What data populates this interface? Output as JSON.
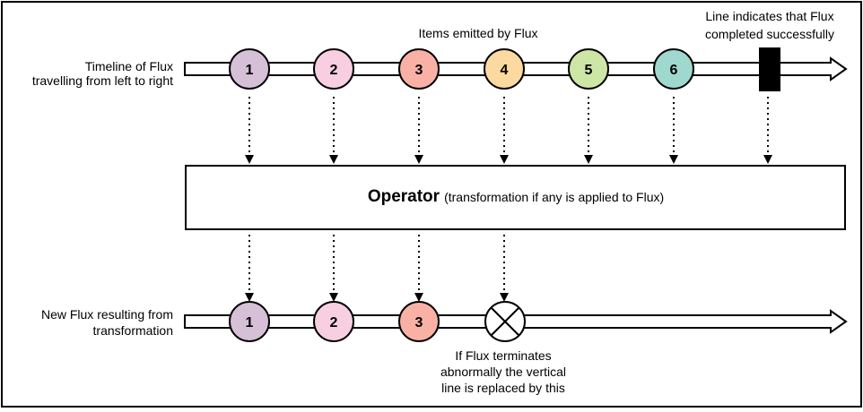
{
  "top_timeline": {
    "label_lines": [
      "Timeline of Flux",
      "travelling from left to right"
    ],
    "items_label": "Items emitted by Flux",
    "completion_label_lines": [
      "Line indicates that Flux",
      "completed successfully"
    ],
    "items": [
      {
        "label": "1",
        "color": "#d5c0d7"
      },
      {
        "label": "2",
        "color": "#f8cfe0"
      },
      {
        "label": "3",
        "color": "#f9b1a6"
      },
      {
        "label": "4",
        "color": "#fcd9a0"
      },
      {
        "label": "5",
        "color": "#cde6a6"
      },
      {
        "label": "6",
        "color": "#9fd8cf"
      }
    ]
  },
  "operator": {
    "title": "Operator",
    "subtitle": "(transformation if any is applied to Flux)"
  },
  "bottom_timeline": {
    "label_lines": [
      "New Flux resulting from",
      "transformation"
    ],
    "items": [
      {
        "label": "1",
        "color": "#d5c0d7"
      },
      {
        "label": "2",
        "color": "#f8cfe0"
      },
      {
        "label": "3",
        "color": "#f9b1a6"
      }
    ],
    "error_label_lines": [
      "If Flux terminates",
      "abnormally the vertical",
      "line is replaced by this"
    ]
  }
}
